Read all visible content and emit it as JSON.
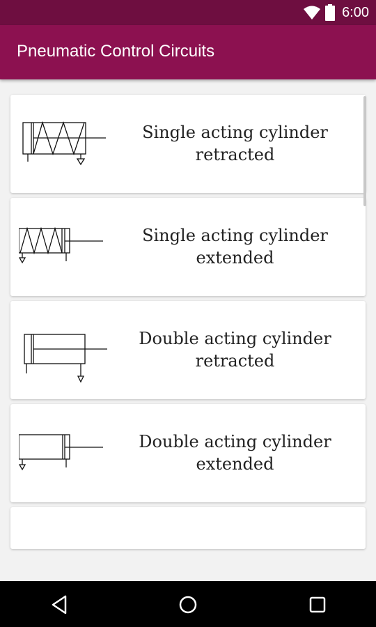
{
  "status_bar": {
    "time": "6:00",
    "icons": [
      "wifi-icon",
      "battery-icon"
    ]
  },
  "app_bar": {
    "title": "Pneumatic Control Circuits"
  },
  "items": [
    {
      "line1": "Single acting cylinder",
      "line2": "retracted",
      "icon": "single-acting-cylinder-retracted-symbol"
    },
    {
      "line1": "Single acting cylinder",
      "line2": "extended",
      "icon": "single-acting-cylinder-extended-symbol"
    },
    {
      "line1": "Double acting cylinder",
      "line2": "retracted",
      "icon": "double-acting-cylinder-retracted-symbol"
    },
    {
      "line1": "Double acting cylinder",
      "line2": "extended",
      "icon": "double-acting-cylinder-extended-symbol"
    }
  ],
  "nav_bar": {
    "buttons": [
      "back-icon",
      "home-icon",
      "recents-icon"
    ]
  },
  "colors": {
    "status_bar": "#6e0e40",
    "app_bar": "#8c1150",
    "background": "#f2f2f2",
    "card": "#ffffff"
  }
}
